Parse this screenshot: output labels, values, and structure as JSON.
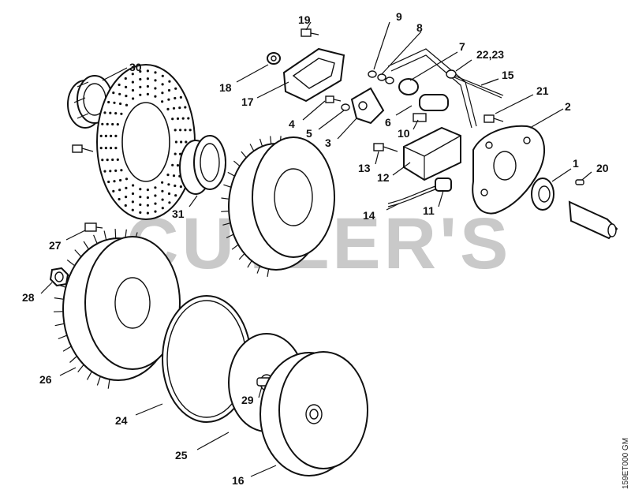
{
  "watermark": "CUTLER'S",
  "drawing_code": "159ET000 GM",
  "callouts": {
    "c1": "1",
    "c2": "2",
    "c3": "3",
    "c4": "4",
    "c5": "5",
    "c6": "6",
    "c7": "7",
    "c8": "8",
    "c9": "9",
    "c10": "10",
    "c11": "11",
    "c12": "12",
    "c13": "13",
    "c14": "14",
    "c15": "15",
    "c16": "16",
    "c17": "17",
    "c18": "18",
    "c19": "19",
    "c20": "20",
    "c21": "21",
    "c22_23": "22,23",
    "c24": "24",
    "c25": "25",
    "c26": "26",
    "c27": "27",
    "c28": "28",
    "c29": "29",
    "c30": "30",
    "c31": "31"
  }
}
